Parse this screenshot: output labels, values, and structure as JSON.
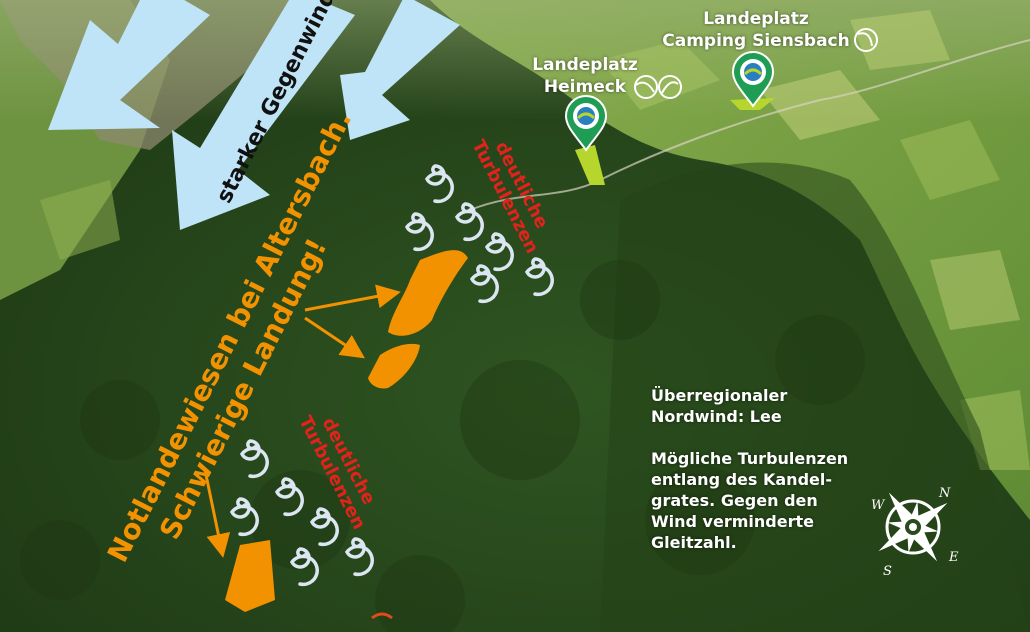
{
  "labels": {
    "gegenwind": "starker Gegenwind",
    "notland_line1": "Notlandewiesen bei Altersbach.",
    "notland_line2": "Schwierige Landung!",
    "turb1_line1": "deutliche",
    "turb1_line2": "Turbulenzen",
    "turb2_line1": "deutliche",
    "turb2_line2": "Turbulenzen",
    "heimeck_line1": "Landeplatz",
    "heimeck_line2": "Heimeck",
    "camping_line1": "Landeplatz",
    "camping_line2": "Camping Siensbach",
    "info_line1": "Überregionaler",
    "info_line2": "Nordwind: Lee",
    "info_line3": "Mögliche Turbulenzen",
    "info_line4": "entlang des Kandel-",
    "info_line5": "grates. Gegen den",
    "info_line6": "Wind verminderte",
    "info_line7": "Gleitzahl."
  },
  "compass": {
    "n": "N",
    "s": "S",
    "e": "E",
    "w": "W"
  },
  "colors": {
    "wind_arrow": "#bfe3f7",
    "emergency_field": "#f39200",
    "turbulence_text": "#e3231b",
    "landing_zone": "#b6d62e",
    "pin": "#1f9d55",
    "spiral": "#dbe6f2",
    "forest": "#2b4a1d",
    "meadow": "#6f9a3a"
  },
  "icons": [
    "wind-arrow-icon",
    "turbulence-spiral-icon",
    "map-pin-icon",
    "paraglider-icon",
    "compass-rose-icon"
  ]
}
